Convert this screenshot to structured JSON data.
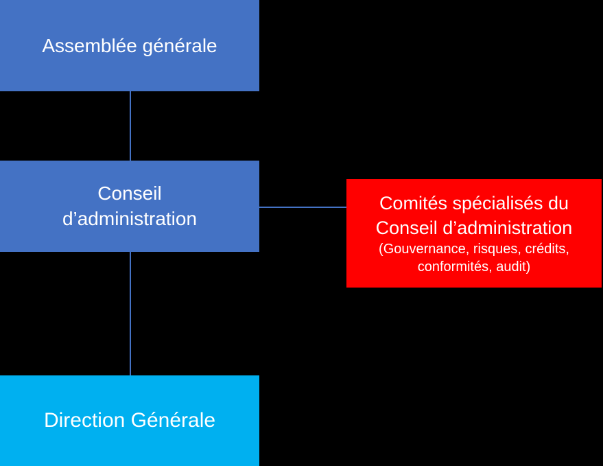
{
  "diagram": {
    "type": "org-chart",
    "background_color": "#000000",
    "text_color": "#FFFFFF",
    "nodes": {
      "assemblee": {
        "label": "Assemblée générale",
        "color": "#4472C4"
      },
      "conseil": {
        "label": "Conseil d’administration",
        "line1": "Conseil",
        "line2": "d’administration",
        "color": "#4472C4"
      },
      "comites": {
        "label": "Comités spécialisés du Conseil d’administration (Gouvernance, risques, crédits, conformités, audit)",
        "line1": "Comités spécialisés du",
        "line2": "Conseil d’administration",
        "line3": "(Gouvernance, risques, crédits,",
        "line4": "conformités, audit)",
        "color": "#FF0000"
      },
      "direction": {
        "label": "Direction Générale",
        "color": "#00B0F0"
      }
    },
    "connectors": {
      "color": "#4472C4",
      "edges": [
        {
          "from": "assemblee",
          "to": "conseil",
          "orientation": "vertical"
        },
        {
          "from": "conseil",
          "to": "direction",
          "orientation": "vertical"
        },
        {
          "from": "conseil",
          "to": "comites",
          "orientation": "horizontal"
        }
      ]
    }
  }
}
